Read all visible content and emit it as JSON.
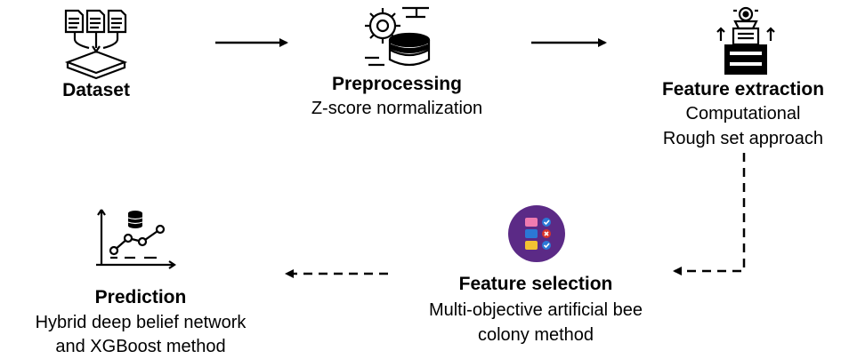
{
  "steps": {
    "dataset": {
      "title": "Dataset",
      "icon": "dataset-icon"
    },
    "preprocessing": {
      "title": "Preprocessing",
      "line1": "Z-score normalization",
      "icon": "database-gear-icon"
    },
    "feature_extraction": {
      "title": "Feature extraction",
      "line1": "Computational",
      "line2": "Rough set approach",
      "icon": "robot-printer-icon"
    },
    "feature_selection": {
      "title": "Feature selection",
      "line1": "Multi-objective artificial bee",
      "line2": "colony method",
      "icon": "checklist-icon"
    },
    "prediction": {
      "title": "Prediction",
      "line1": "Hybrid deep belief network",
      "line2": "and XGBoost method",
      "icon": "line-chart-icon"
    }
  },
  "colors": {
    "accent_purple": "#5b2a86",
    "check_blue": "#2b78d6",
    "cross_red": "#d9342b",
    "yellow": "#f2c233",
    "pink": "#f07bb0"
  }
}
